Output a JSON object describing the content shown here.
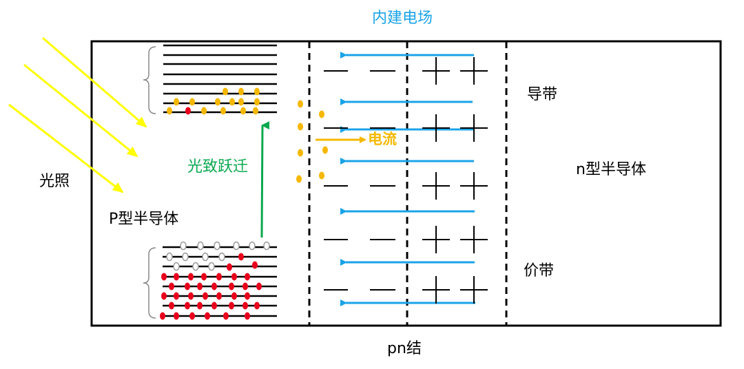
{
  "labels": {
    "field": "内建电场",
    "light": "光照",
    "p_type": "P型半导体",
    "n_type": "n型半导体",
    "conduction_band": "导带",
    "valence_band": "价带",
    "junction": "pn结",
    "transition": "光致跃迁",
    "current": "电流"
  },
  "colors": {
    "field_arrow": "#1aa3e8",
    "light_ray": "#ffff00",
    "electron": "#f5b800",
    "hole_filled": "#e8001c",
    "hole_empty": "#ffffff",
    "transition_arrow": "#0aa84f",
    "outline": "#000000"
  },
  "structure": {
    "regions": [
      "p-region",
      "depletion-negative",
      "depletion-positive",
      "n-region"
    ],
    "charges": {
      "negative_sign": "—",
      "positive_sign": "+"
    },
    "light_rays": 3,
    "field_arrows": 7,
    "conduction_levels": 8,
    "valence_levels": 8
  }
}
